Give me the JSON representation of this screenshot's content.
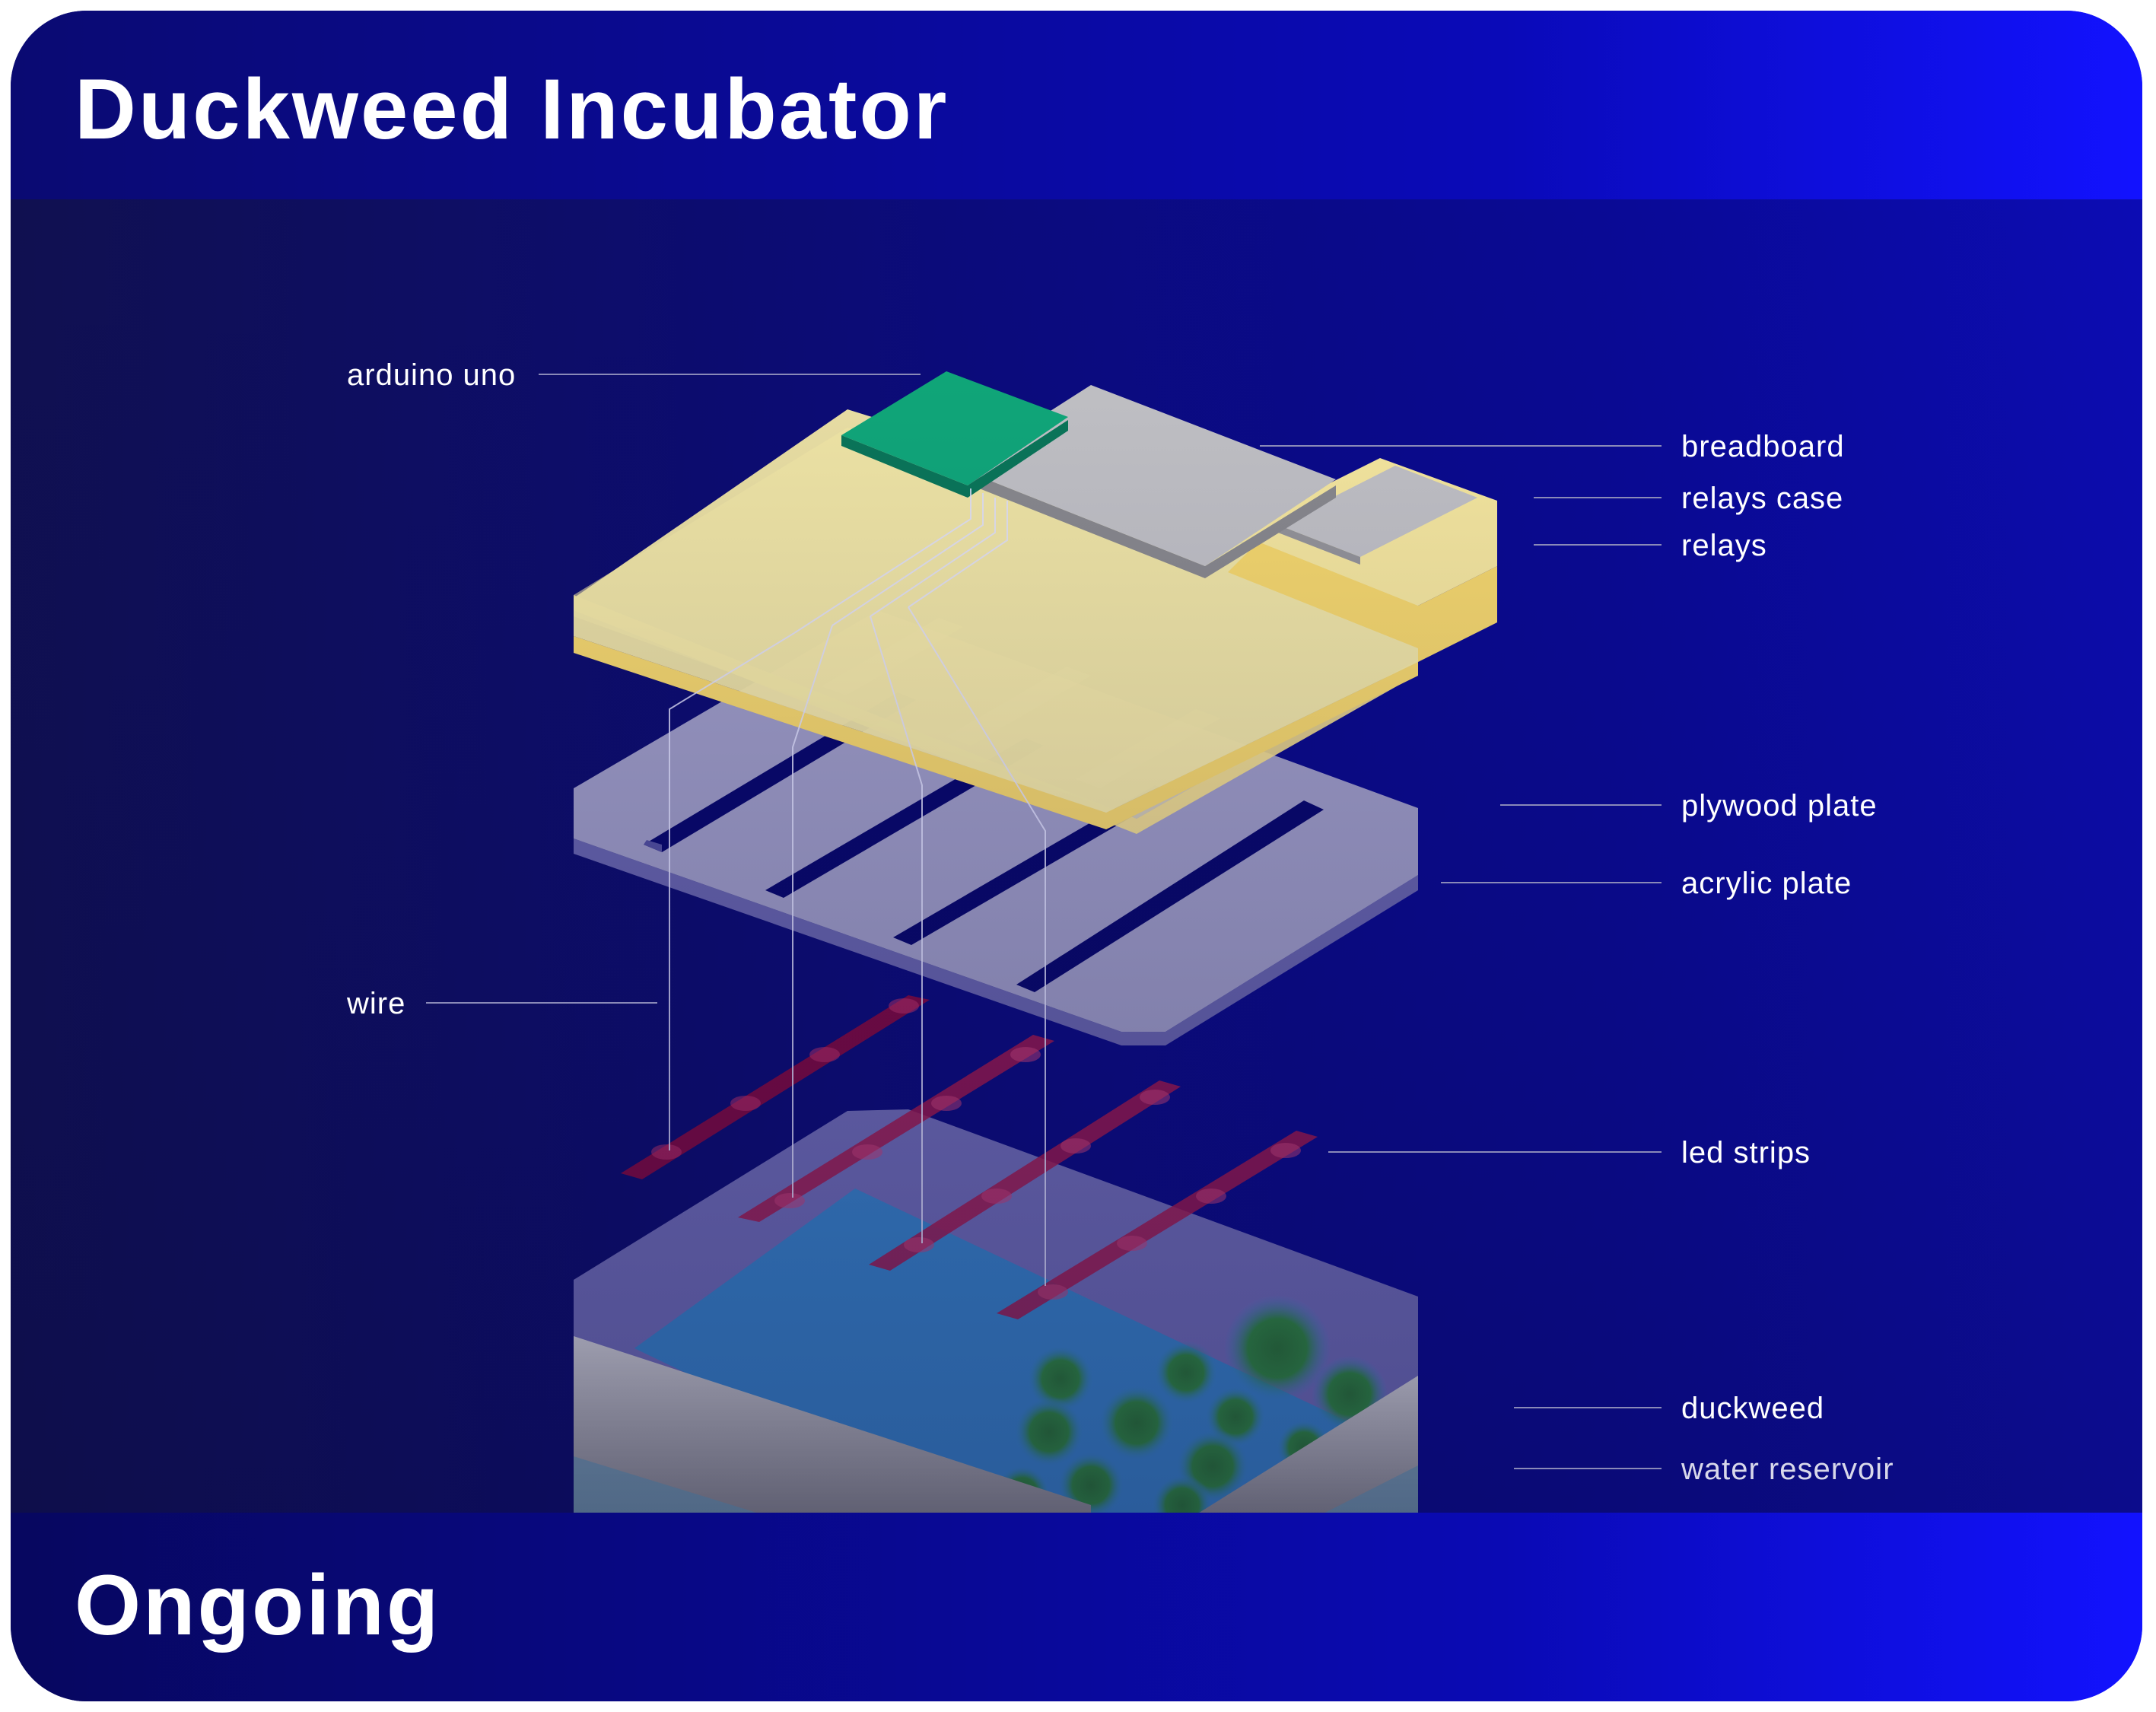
{
  "title": "Duckweed Incubator",
  "status": "Ongoing",
  "labels": {
    "arduino_uno": "arduino uno",
    "breadboard": "breadboard",
    "relays_case": "relays case",
    "relays": "relays",
    "plywood_plate": "plywood plate",
    "acrylic_plate": "acrylic plate",
    "wire": "wire",
    "led_strips": "led strips",
    "duckweed": "duckweed",
    "water_reservoir": "water reservoir"
  },
  "colors": {
    "arduino": "#10ad7a",
    "breadboard": "#c8c8c8",
    "plywood": "#fdf1a8",
    "relays_case": "#ffe98a",
    "acrylic": "#a4a2c8",
    "led_strip": "#8c0a3c",
    "water": "#3a88cc",
    "duckweed": "#2f8a3a"
  }
}
